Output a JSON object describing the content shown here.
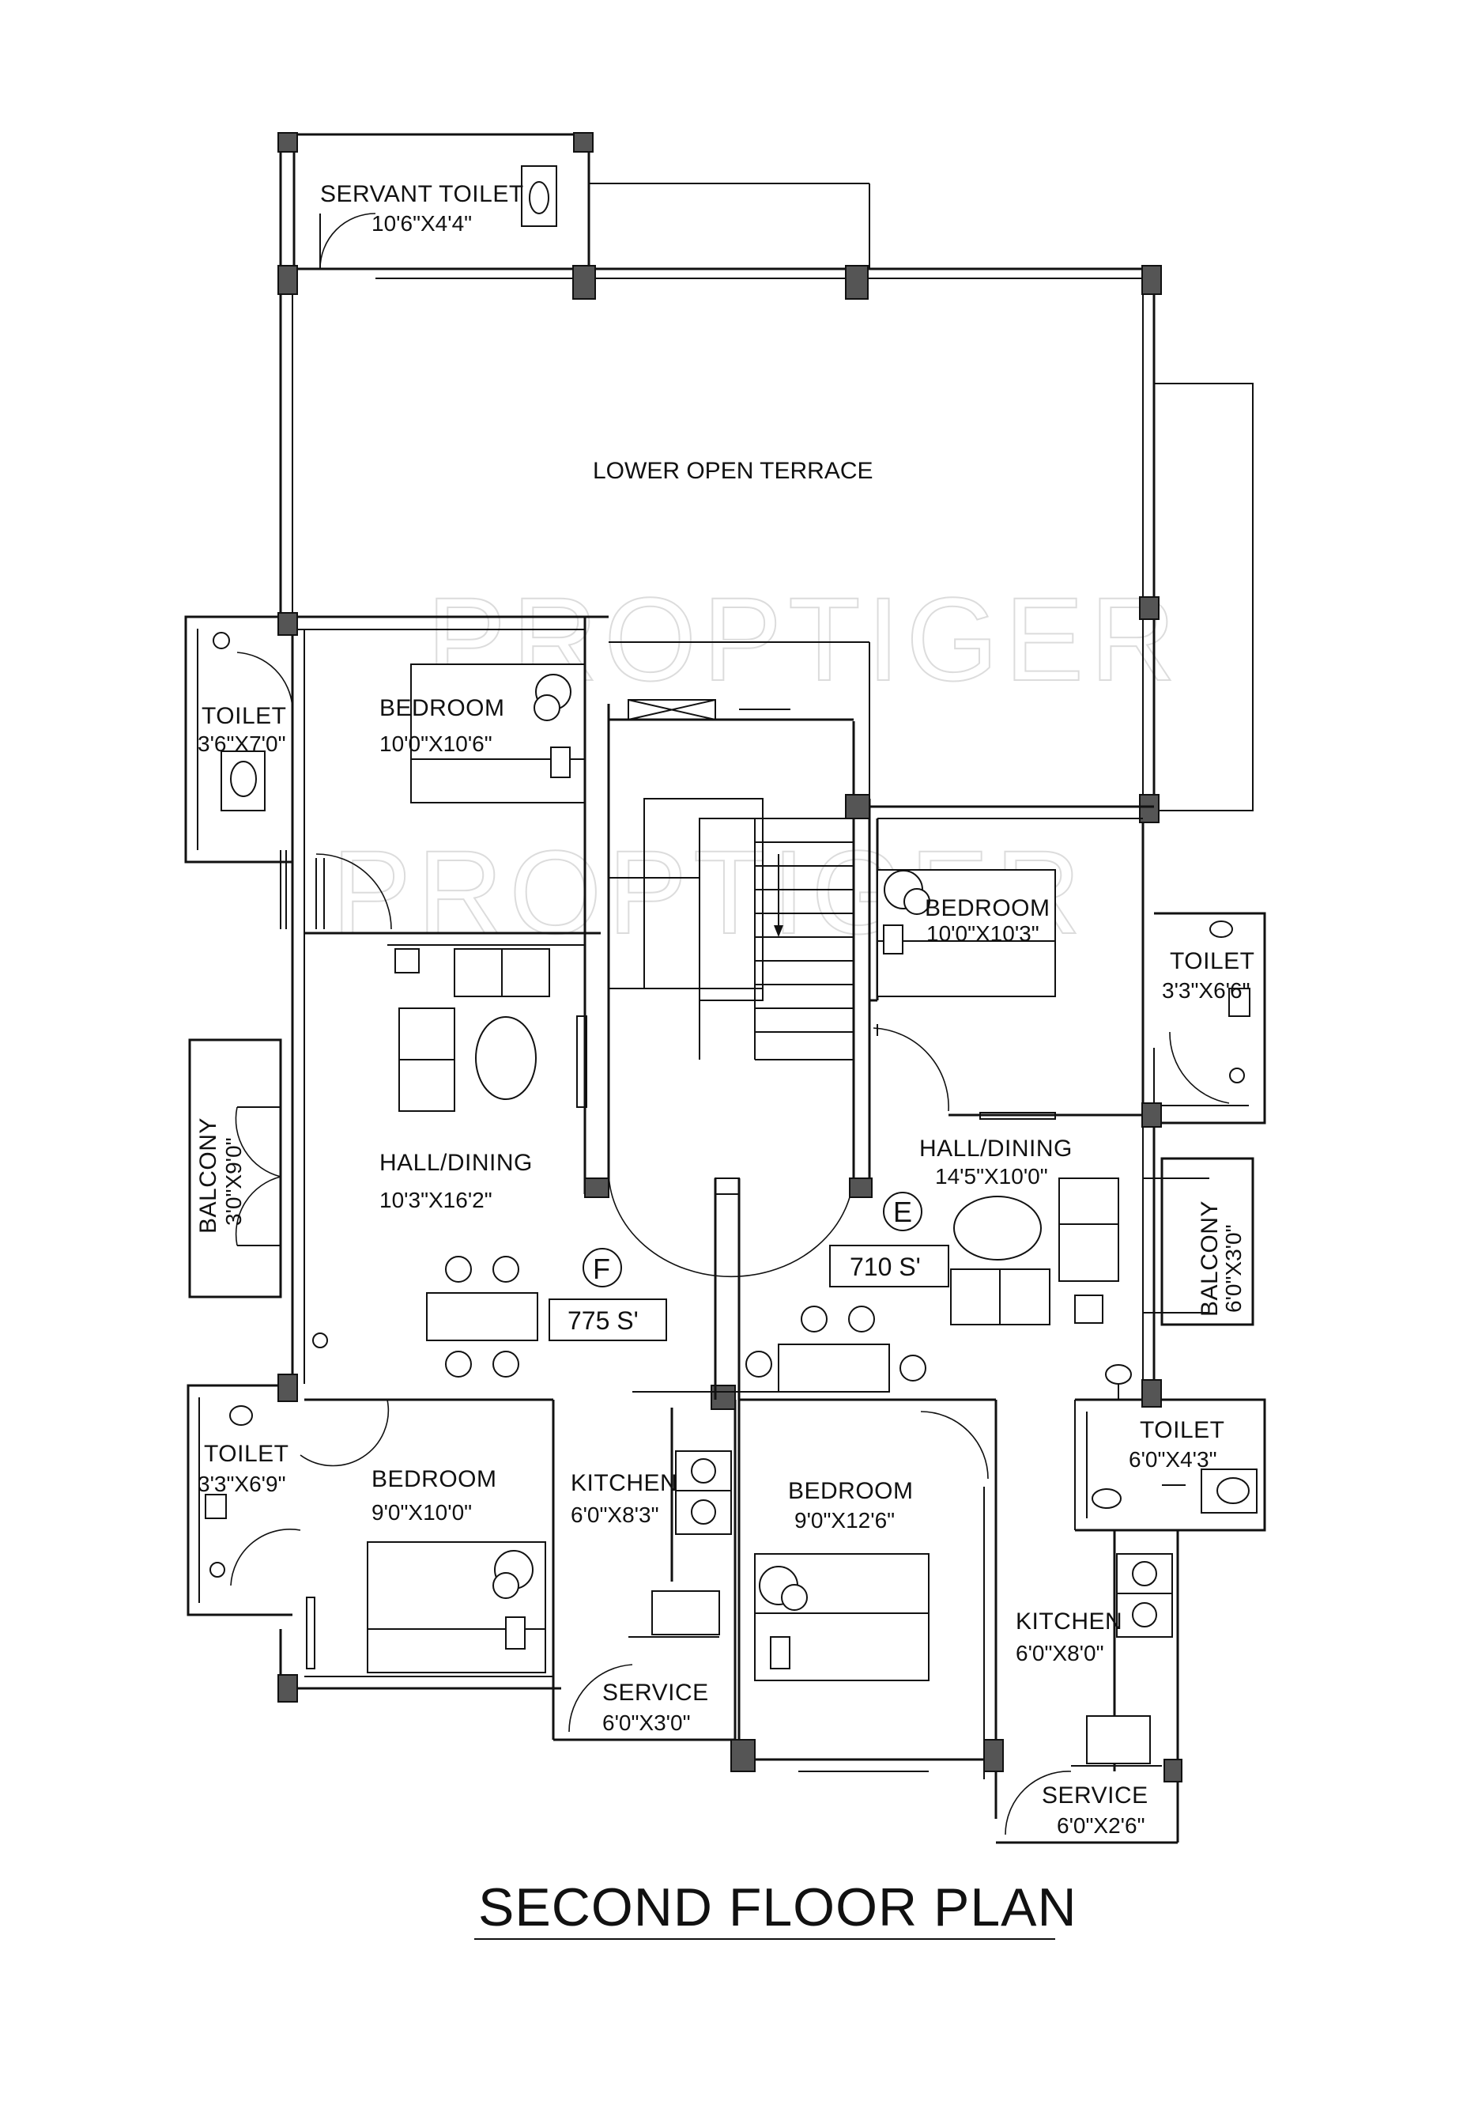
{
  "title": "SECOND FLOOR PLAN",
  "watermark": "PROPTIGER",
  "terrace": {
    "label": "LOWER OPEN TERRACE"
  },
  "servant_toilet": {
    "name": "SERVANT TOILET",
    "dims": "10'6\"X4'4\""
  },
  "unit_f": {
    "letter": "F",
    "area": "775 S'",
    "bedroom_1": {
      "name": "BEDROOM",
      "dims": "10'0\"X10'6\""
    },
    "toilet_1": {
      "name": "TOILET",
      "dims": "3'6\"X7'0\""
    },
    "hall": {
      "name": "HALL/DINING",
      "dims": "10'3\"X16'2\""
    },
    "balcony": {
      "name": "BALCONY",
      "dims": "3'0\"X9'0\""
    },
    "toilet_2": {
      "name": "TOILET",
      "dims": "3'3\"X6'9\""
    },
    "bedroom_2": {
      "name": "BEDROOM",
      "dims": "9'0\"X10'0\""
    },
    "kitchen": {
      "name": "KITCHEN",
      "dims": "6'0\"X8'3\""
    },
    "service": {
      "name": "SERVICE",
      "dims": "6'0\"X3'0\""
    }
  },
  "unit_e": {
    "letter": "E",
    "area": "710 S'",
    "bedroom_1": {
      "name": "BEDROOM",
      "dims": "10'0\"X10'3\""
    },
    "toilet_1": {
      "name": "TOILET",
      "dims": "3'3\"X6'6\""
    },
    "hall": {
      "name": "HALL/DINING",
      "dims": "14'5\"X10'0\""
    },
    "balcony": {
      "name": "BALCONY",
      "dims": "6'0\"X3'0\""
    },
    "toilet_2": {
      "name": "TOILET",
      "dims": "6'0\"X4'3\""
    },
    "bedroom_2": {
      "name": "BEDROOM",
      "dims": "9'0\"X12'6\""
    },
    "kitchen": {
      "name": "KITCHEN",
      "dims": "6'0\"X8'0\""
    },
    "service": {
      "name": "SERVICE",
      "dims": "6'0\"X2'6\""
    }
  }
}
